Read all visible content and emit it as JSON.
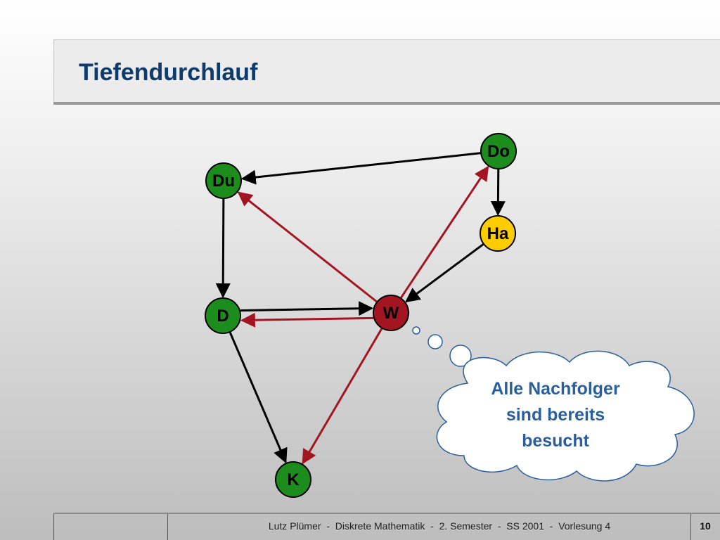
{
  "slide": {
    "title": "Tiefendurchlauf"
  },
  "nodes": [
    {
      "id": "Do",
      "label": "Do",
      "color": "#1c8c1c"
    },
    {
      "id": "Du",
      "label": "Du",
      "color": "#1c8c1c"
    },
    {
      "id": "Ha",
      "label": "Ha",
      "color": "#ffcc00"
    },
    {
      "id": "D",
      "label": "D",
      "color": "#1c8c1c"
    },
    {
      "id": "W",
      "label": "W",
      "color": "#a31621"
    },
    {
      "id": "K",
      "label": "K",
      "color": "#1c8c1c"
    }
  ],
  "edges": [
    {
      "from": "Do",
      "to": "Du",
      "color": "black"
    },
    {
      "from": "Do",
      "to": "Ha",
      "color": "black"
    },
    {
      "from": "Du",
      "to": "D",
      "color": "black"
    },
    {
      "from": "Ha",
      "to": "W",
      "color": "black"
    },
    {
      "from": "D",
      "to": "W",
      "color": "black"
    },
    {
      "from": "W",
      "to": "D",
      "color": "red"
    },
    {
      "from": "W",
      "to": "Du",
      "color": "red"
    },
    {
      "from": "W",
      "to": "Do",
      "color": "red"
    },
    {
      "from": "W",
      "to": "K",
      "color": "red"
    },
    {
      "from": "D",
      "to": "K",
      "color": "black"
    }
  ],
  "colors": {
    "black_edge": "#000000",
    "red_edge": "#a31621",
    "title": "#0d3b6e",
    "bubble_text": "#2a5f9c"
  },
  "thought_bubble": {
    "lines": [
      "Alle Nachfolger",
      "sind bereits",
      "besucht"
    ]
  },
  "footer": {
    "text": "Lutz Plümer  -  Diskrete Mathematik  -  2. Semester  -  SS 2001  -  Vorlesung 4",
    "page": "10"
  }
}
